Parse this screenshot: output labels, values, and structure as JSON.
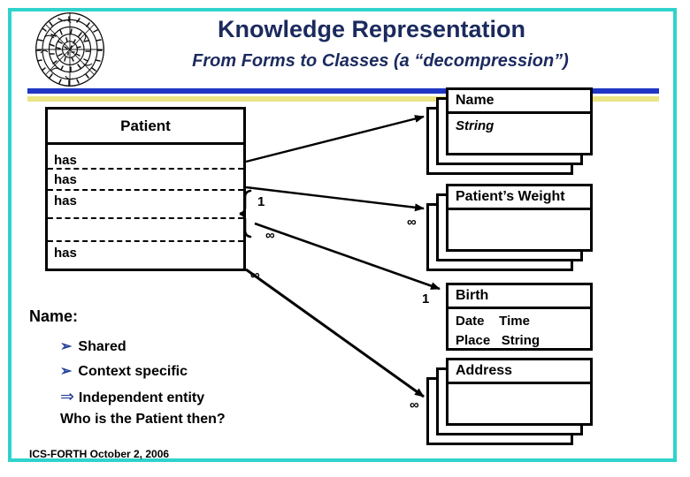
{
  "slide": {
    "title": "Knowledge Representation",
    "subtitle": "From Forms to Classes (a “decompression”)",
    "footer": "ICS-FORTH  October 2, 2006",
    "logo_icon": "phaistos-disc-logo",
    "colors": {
      "border": "#2ed3cb",
      "title_text": "#1b2a5e",
      "rule_blue": "#1f37c4",
      "rule_yellow": "#eae585",
      "bullet_marker": "#24409a",
      "diagram_line": "#000000"
    }
  },
  "patient_class": {
    "name": "Patient",
    "rows": [
      {
        "label": "has"
      },
      {
        "label": "has"
      },
      {
        "label": "has"
      },
      {
        "label": ""
      },
      {
        "label": "has"
      }
    ]
  },
  "classes": [
    {
      "key": "name",
      "title": "Name",
      "attributes": [
        {
          "text": "String",
          "italic": true
        }
      ],
      "stacked": true
    },
    {
      "key": "weight",
      "title": "Patient’s Weight",
      "attributes": [],
      "stacked": true
    },
    {
      "key": "birth",
      "title": "Birth",
      "attributes": [
        {
          "text": "Date    Time",
          "italic": false
        },
        {
          "text": "Place   String",
          "italic": false
        }
      ],
      "stacked": false
    },
    {
      "key": "address",
      "title": "Address",
      "attributes": [],
      "stacked": true
    }
  ],
  "multiplicities": [
    {
      "key": "m1",
      "label": "1"
    },
    {
      "key": "m2",
      "label": "∞"
    },
    {
      "key": "m3",
      "label": "∞"
    },
    {
      "key": "m4",
      "label": "∞"
    },
    {
      "key": "m5",
      "label": "1"
    },
    {
      "key": "m6",
      "label": "∞"
    }
  ],
  "bullets": {
    "heading": "Name:",
    "items": [
      {
        "marker": "➢",
        "marker_style": "filled-arrow",
        "label": "Shared"
      },
      {
        "marker": "➢",
        "marker_style": "filled-arrow",
        "label": "Context specific"
      },
      {
        "marker": "⇒",
        "marker_style": "hollow-arrow",
        "label": "Independent entity"
      },
      {
        "marker": "",
        "marker_style": "none",
        "label": "Who is the Patient then?"
      }
    ]
  }
}
